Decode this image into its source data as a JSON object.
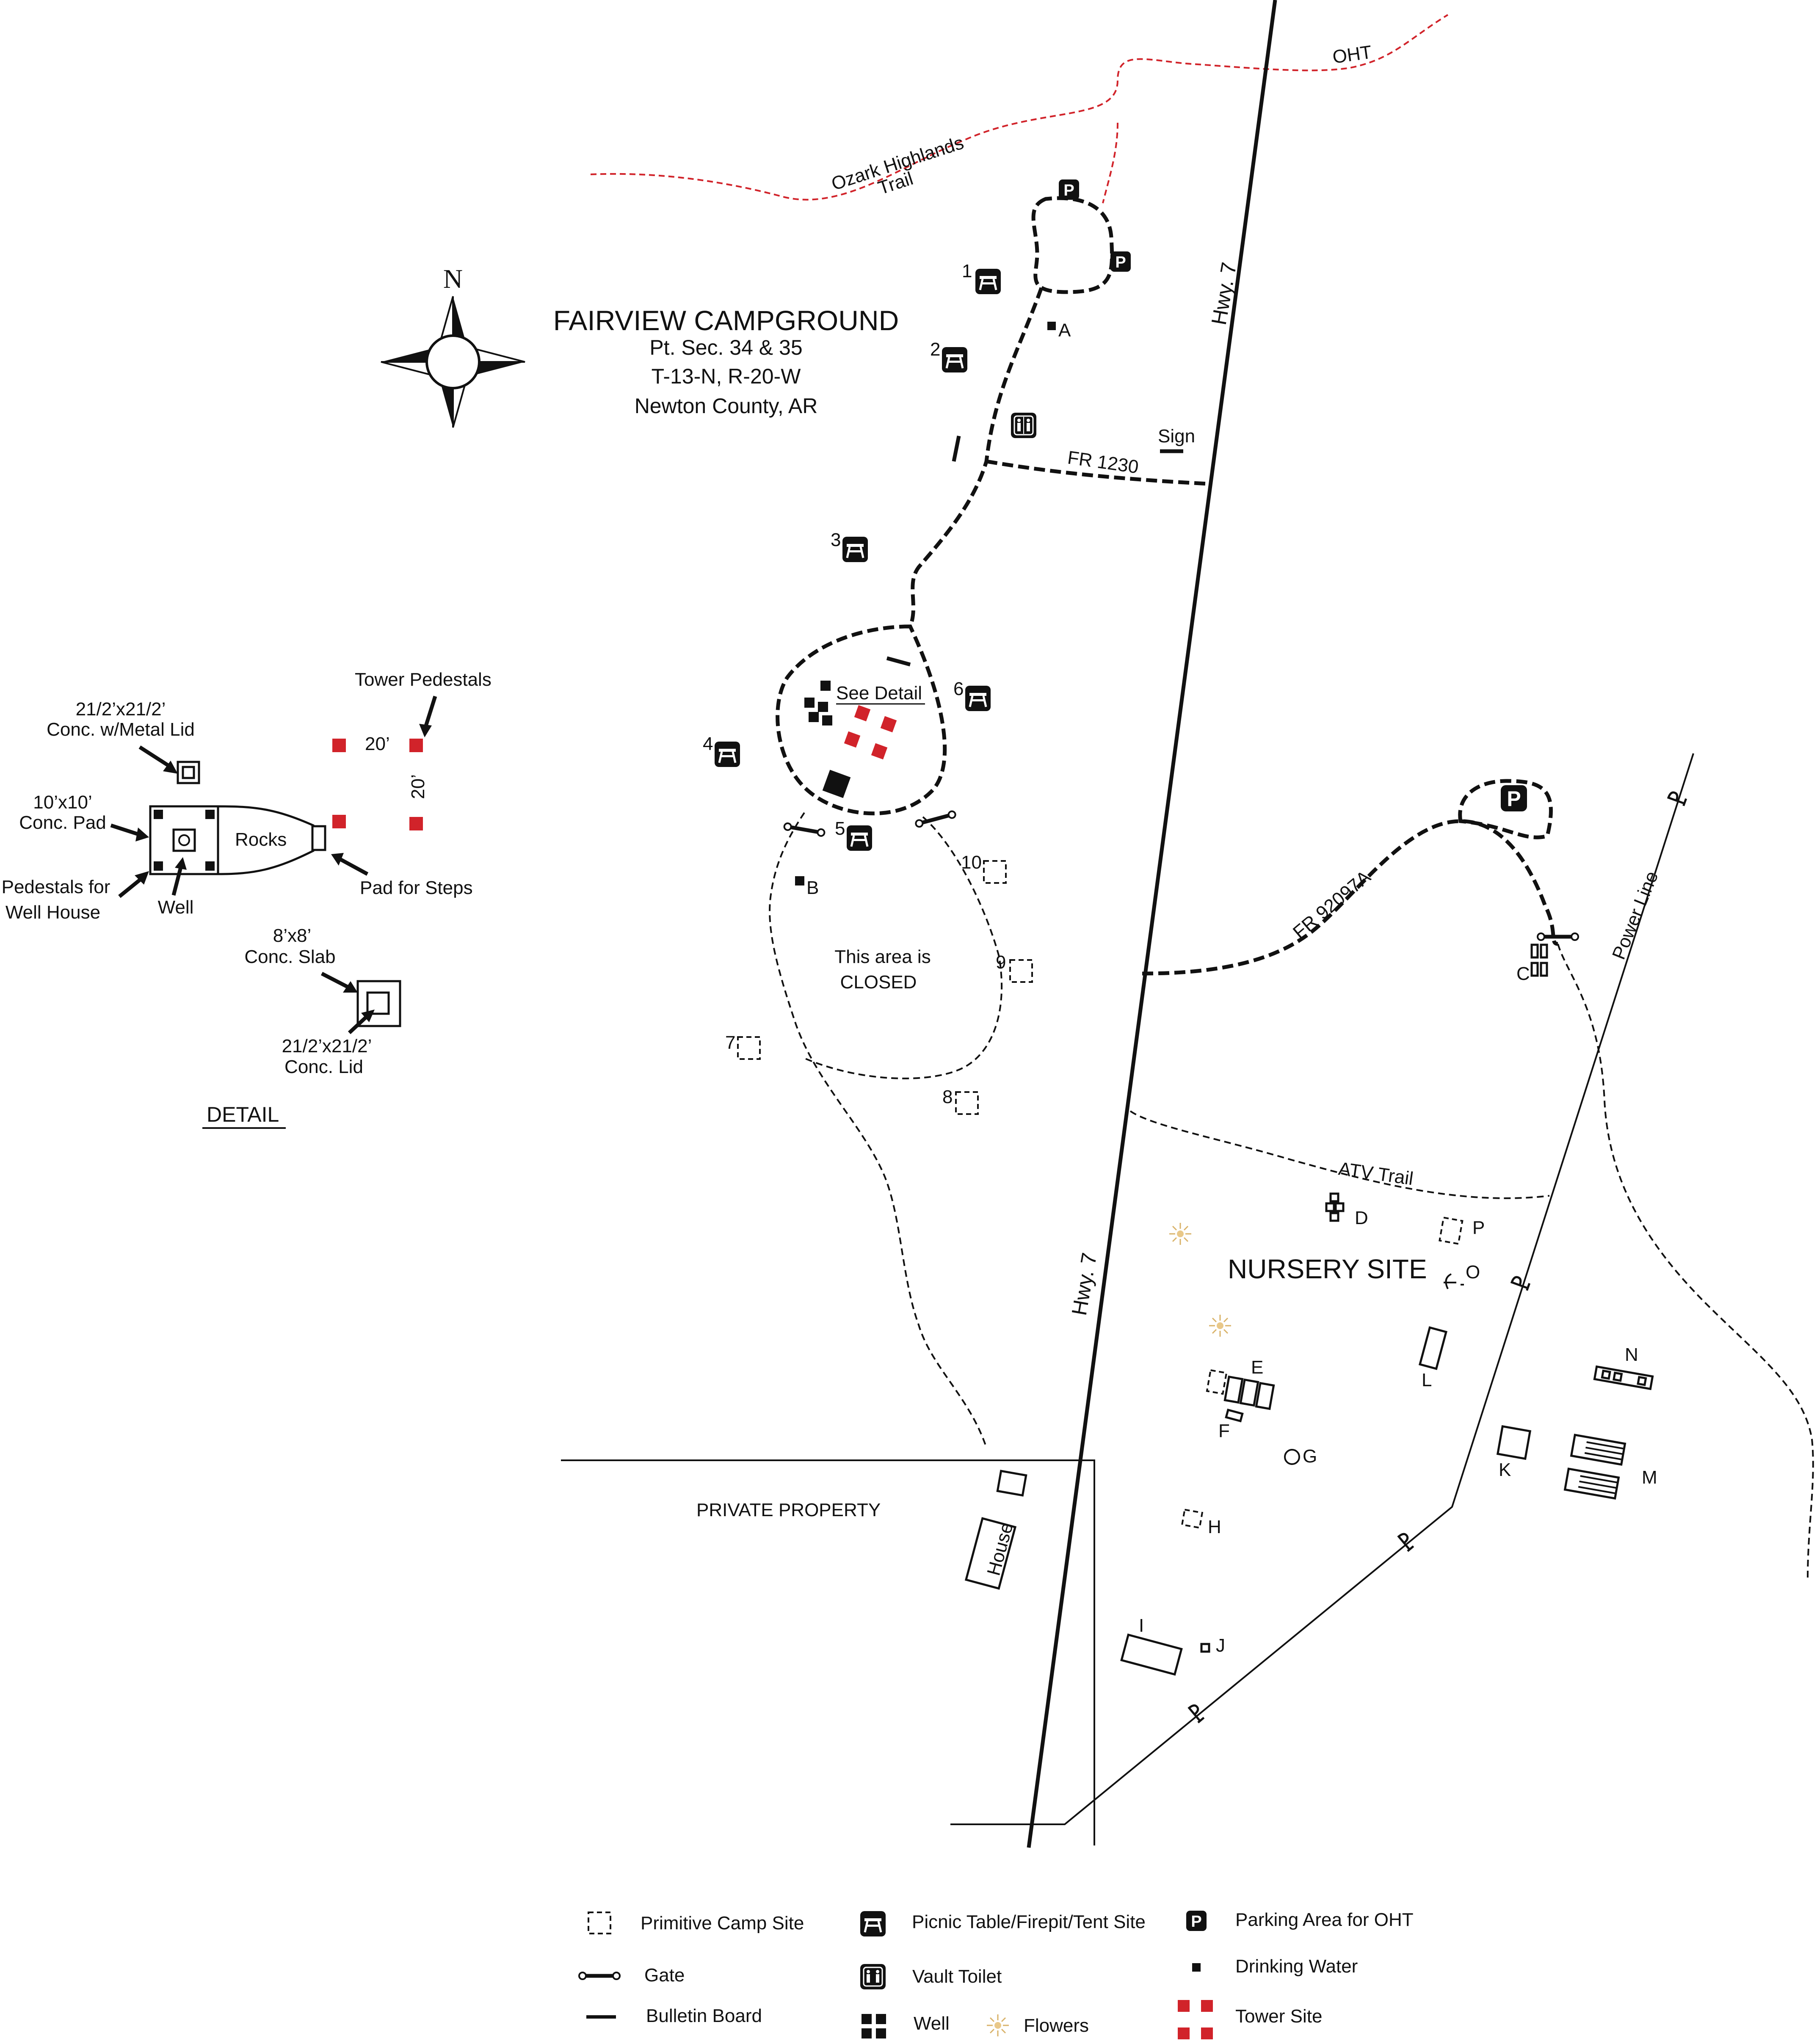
{
  "title": {
    "name": "FAIRVIEW CAMPGROUND",
    "line1": "Pt. Sec. 34 & 35",
    "line2": "T-13-N, R-20-W",
    "line3": "Newton County, AR"
  },
  "compass": {
    "north": "N"
  },
  "roads": {
    "hwy_upper": "Hwy. 7",
    "hwy_lower": "Hwy. 7",
    "fr1230": "FR 1230",
    "fr92097a": "FR 92097A",
    "atv": "ATV Trail",
    "oht": "OHT",
    "ozark1": "Ozark Highlands",
    "ozark2": "Trail",
    "power": "Power Line",
    "sign": "Sign"
  },
  "sites": {
    "s1": "1",
    "s2": "2",
    "s3": "3",
    "s4": "4",
    "s5": "5",
    "s6": "6",
    "s7": "7",
    "s8": "8",
    "s9": "9",
    "s10": "10"
  },
  "icons": {
    "parking_letter": "P",
    "powerline_symbol": "P"
  },
  "areas": {
    "closed1": "This area is",
    "closed2": "CLOSED",
    "private": "PRIVATE PROPERTY",
    "house": "House",
    "nursery": "NURSERY SITE",
    "see_detail": "See Detail"
  },
  "letters": {
    "A": "A",
    "B": "B",
    "C": "C",
    "D": "D",
    "E": "E",
    "F": "F",
    "G": "G",
    "H": "H",
    "I": "I",
    "J": "J",
    "K": "K",
    "L": "L",
    "M": "M",
    "N": "N",
    "O": "O",
    "P": "P"
  },
  "detail": {
    "title": "DETAIL",
    "tower_pedestals": "Tower Pedestals",
    "dim1": "20’",
    "dim2": "20’",
    "lid1_l1": "21/2’x21/2’",
    "lid1_l2": "Conc. w/Metal Lid",
    "pad1_l1": "10’x10’",
    "pad1_l2": "Conc. Pad",
    "ped1_l1": "Pedestals for",
    "ped1_l2": "Well House",
    "well": "Well",
    "rocks": "Rocks",
    "steps": "Pad for Steps",
    "slab1_l1": "8’x8’",
    "slab1_l2": "Conc. Slab",
    "lid2_l1": "21/2’x21/2’",
    "lid2_l2": "Conc. Lid"
  },
  "legend": [
    {
      "key": "primitive",
      "label": "Primitive Camp Site"
    },
    {
      "key": "gate",
      "label": "Gate"
    },
    {
      "key": "bulletin",
      "label": "Bulletin Board"
    },
    {
      "key": "picnic",
      "label": "Picnic Table/Firepit/Tent Site"
    },
    {
      "key": "toilet",
      "label": "Vault Toilet"
    },
    {
      "key": "well",
      "label": "Well"
    },
    {
      "key": "flowers",
      "label": "Flowers"
    },
    {
      "key": "parking",
      "label": "Parking Area for OHT"
    },
    {
      "key": "water",
      "label": "Drinking Water"
    },
    {
      "key": "tower",
      "label": "Tower Site"
    }
  ],
  "colors": {
    "trail_red": "#d1232a",
    "ink": "#111111"
  }
}
